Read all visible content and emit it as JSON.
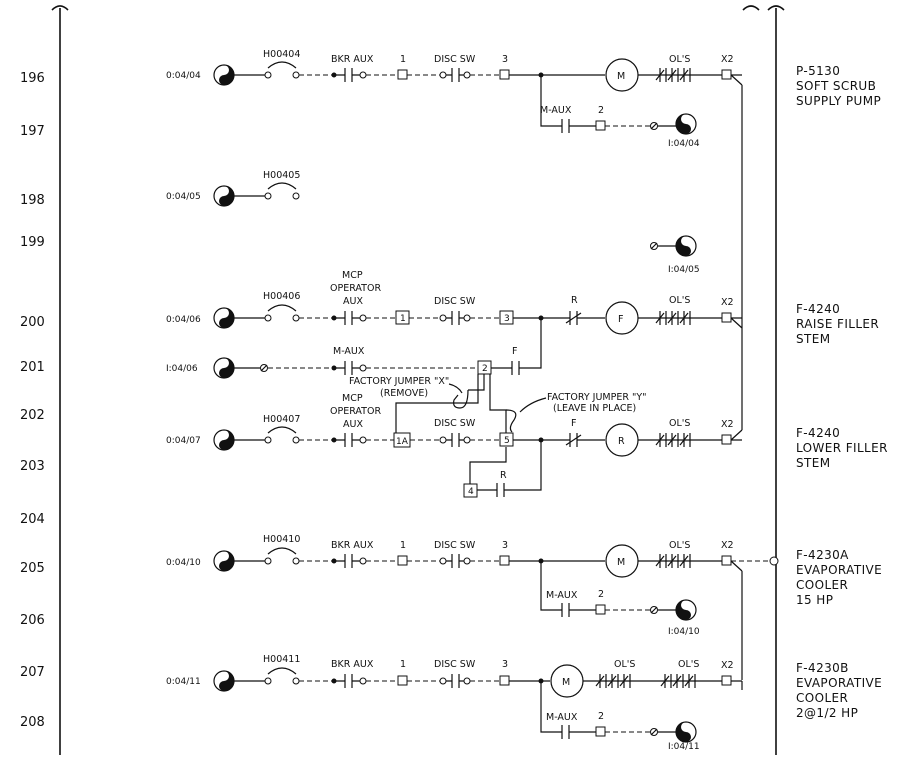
{
  "rung_numbers": [
    "196",
    "197",
    "198",
    "199",
    "200",
    "201",
    "202",
    "203",
    "204",
    "205",
    "206",
    "207",
    "208"
  ],
  "addresses": {
    "a196": "0:04/04",
    "a197": "I:04/04",
    "a198": "0:04/05",
    "a199": "I:04/05",
    "a200": "0:04/06",
    "a201": "I:04/06",
    "a203": "0:04/07",
    "a205": "0:04/10",
    "a206": "I:04/10",
    "a207": "0:04/11",
    "a208": "I:04/11"
  },
  "contacts": {
    "h404": "H00404",
    "h405": "H00405",
    "h406": "H00406",
    "h407": "H00407",
    "h410": "H00410",
    "h411": "H00411",
    "bkr_aux": "BKR AUX",
    "disc_sw": "DISC SW",
    "m_aux": "M-AUX",
    "mcp": "MCP",
    "operator": "OPERATOR",
    "aux": "AUX",
    "ols": "OL'S",
    "x2": "X2",
    "r": "R",
    "f": "F"
  },
  "terminals": {
    "t1": "1",
    "t2": "2",
    "t3": "3",
    "t1a": "1A",
    "t4": "4",
    "t5": "5"
  },
  "motors": {
    "m": "M",
    "f": "F",
    "r": "R"
  },
  "jumpers": {
    "x": "FACTORY JUMPER \"X\"",
    "x_note": "(REMOVE)",
    "y": "FACTORY JUMPER \"Y\"",
    "y_note": "(LEAVE IN PLACE)"
  },
  "equipment": {
    "p5130": [
      "P-5130",
      "SOFT SCRUB",
      "SUPPLY PUMP"
    ],
    "f4240r": [
      "F-4240",
      "RAISE FILLER",
      "STEM"
    ],
    "f4240l": [
      "F-4240",
      "LOWER FILLER",
      "STEM"
    ],
    "f4230a": [
      "F-4230A",
      "EVAPORATIVE",
      "COOLER",
      "15 HP"
    ],
    "f4230b": [
      "F-4230B",
      "EVAPORATIVE",
      "COOLER",
      "2@1/2 HP"
    ]
  },
  "colors": {
    "ink": "#111111",
    "paper": "#ffffff"
  }
}
